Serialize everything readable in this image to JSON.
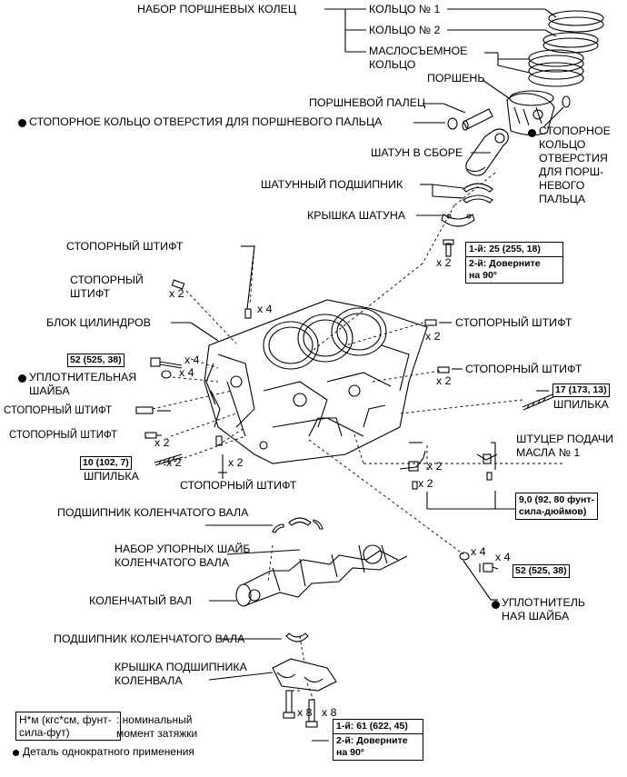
{
  "labels": {
    "ring_set": "НАБОР ПОРШНЕВЫХ КОЛЕЦ",
    "ring1": "КОЛЬЦО № 1",
    "ring2": "КОЛЬЦО № 2",
    "oil_ring": "МАСЛОСЪЕМНОЕ\nКОЛЬЦО",
    "piston": "ПОРШЕНЬ",
    "piston_pin": "ПОРШНЕВОЙ ПАЛЕЦ",
    "snap_ring_left": "СТОПОРНОЕ КОЛЬЦО ОТВЕРСТИЯ ДЛЯ ПОРШНЕВОГО ПАЛЬЦА",
    "snap_ring_right": "СТОПОРНОЕ\nКОЛЬЦО\nОТВЕРСТИЯ\nДЛЯ ПОРШ-\nНЕВОГО\nПАЛЬЦА",
    "conrod": "ШАТУН В СБОРЕ",
    "conrod_bearing": "ШАТУННЫЙ ПОДШИПНИК",
    "conrod_cap": "КРЫШКА ШАТУНА",
    "pin_top": "СТОПОРНЫЙ ШТИФТ",
    "pin_left": "СТОПОРНЫЙ\nШТИФТ",
    "block": "БЛОК ЦИЛИНДРОВ",
    "pin_right1": "СТОПОРНЫЙ ШТИФТ",
    "pin_right2": "СТОПОРНЫЙ ШТИФТ",
    "washer_left": "УПЛОТНИТЕЛЬНАЯ\nШАЙБА",
    "pin_left2": "СТОПОРНЫЙ ШТИФТ",
    "pin_left3": "СТОПОРНЫЙ ШТИФТ",
    "stud_left": "ШПИЛЬКА",
    "pin_bottom": "СТОПОРНЫЙ ШТИФТ",
    "stud_right": "ШПИЛЬКА",
    "oil_nozzle": "ШТУЦЕР ПОДАЧИ\nМАСЛА № 1",
    "main_bearing_top": "ПОДШИПНИК КОЛЕНЧАТОГО ВАЛА",
    "thrust_washers": "НАБОР УПОРНЫХ ШАЙБ\nКОЛЕНЧАТОГО ВАЛА",
    "crankshaft": "КОЛЕНЧАТЫЙ ВАЛ",
    "washer_right": "УПЛОТНИТЕЛЬ\nНАЯ ШАЙБА",
    "main_bearing_bottom": "ПОДШИПНИК КОЛЕНЧАТОГО ВАЛА",
    "main_cap": "КРЫШКА ПОДШИПНИКА\nКОЛЕНВАЛА"
  },
  "counts": {
    "x2": "x 2",
    "x4": "x 4",
    "x8": "x 8"
  },
  "torque": {
    "conrod_line1": "1-й: 25 (255, 18)",
    "conrod_line2": "2-й: Доверните\nна 90°",
    "bolt_left": "52 (525, 38)",
    "stud_left": "10 (102, 7)",
    "stud_right": "17 (173, 13)",
    "nozzle": "9,0 (92, 80 фунт-\nсила-дюймов)",
    "bolt_right": "52 (525, 38)",
    "main_line1": "1-й: 61 (622, 45)",
    "main_line2": "2-й: Доверните\nна 90°"
  },
  "legend": {
    "unit_box": "Н*м (кгс*см, фунт-\nсила-фут)",
    "unit_text": ": номинальный\nмомент затяжки",
    "single_use": "Деталь однократного применения"
  }
}
